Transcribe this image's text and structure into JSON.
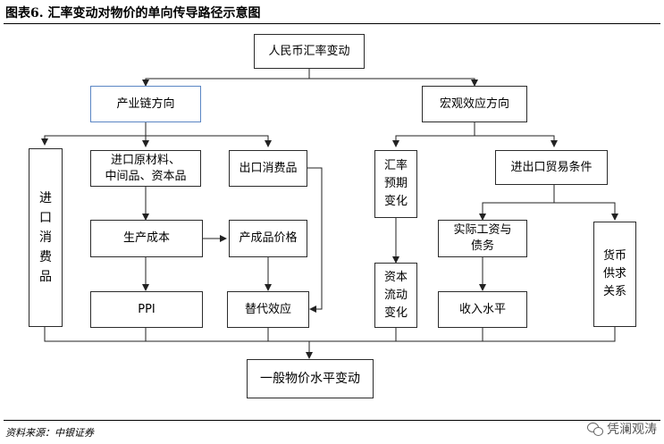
{
  "title": "图表6. 汇率变动对物价的单向传导路径示意图",
  "nodes": {
    "rmb": "人民币汇率变动",
    "industry": "产业链方向",
    "macro": "宏观效应方向",
    "import_consumer": [
      "进",
      "口",
      "消",
      "费",
      "品"
    ],
    "import_raw": [
      "进口原材料、",
      "中间品、资本品"
    ],
    "export_consumer": "出口消费品",
    "fx_expect": [
      "汇率",
      "预期",
      "变化"
    ],
    "trade_terms": "进出口贸易条件",
    "production_cost": "生产成本",
    "product_price": "产成品价格",
    "wages_debt": [
      "实际工资与",
      "债务"
    ],
    "money": [
      "货币",
      "供求",
      "关系"
    ],
    "ppi": "PPI",
    "substitution": "替代效应",
    "capital_flow": [
      "资本",
      "流动",
      "变化"
    ],
    "income": "收入水平",
    "general_price": "一般物价水平变动"
  },
  "source": "资料来源：中银证券",
  "watermark": "凭澜观涛"
}
